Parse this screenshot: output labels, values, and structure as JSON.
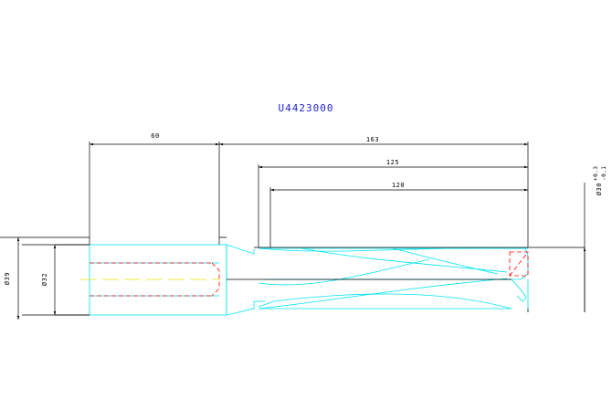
{
  "drawing": {
    "title": "U4423000",
    "colors": {
      "background": "#ffffff",
      "outline": "#00e5ee",
      "dimension": "#000000",
      "hidden": "#ff0000",
      "centerline": "#e8e800",
      "title": "#1f1fd0"
    },
    "dimensions": {
      "shank_length": "60",
      "overall_length": "163",
      "flute_length": "125",
      "drilling_depth": "120",
      "shank_diameter": "Ø39",
      "shank_bore_diameter": "Ø32",
      "drill_diameter": "Ø30",
      "drill_tolerance_upper": "+0.3",
      "drill_tolerance_lower": "-0.1"
    }
  }
}
